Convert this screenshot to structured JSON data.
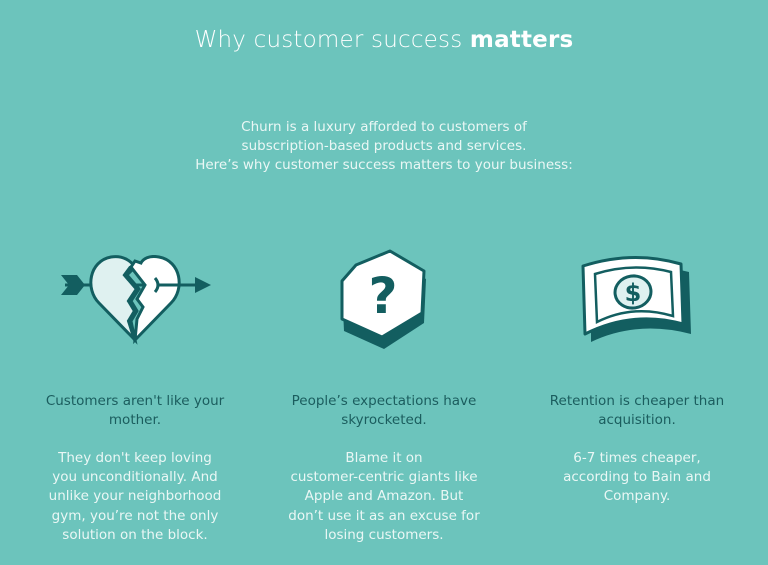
{
  "header": {
    "title_regular": "Why customer success ",
    "title_bold": "matters"
  },
  "intro": {
    "lines": [
      "Churn is a luxury afforded to customers of",
      "subscription-based products and services.",
      "Here’s why customer success matters to your business:"
    ]
  },
  "colors": {
    "background": "#6cc4bc",
    "accent_dark": "#135e60",
    "icon_light": "#dff1f0",
    "white": "#ffffff"
  },
  "columns": [
    {
      "icon": "broken-heart-arrow-icon",
      "heading_lines": [
        "Customers aren't like your",
        "mother."
      ],
      "body_lines": [
        "They don't keep loving",
        "you unconditionally. And",
        "unlike your neighborhood",
        "gym, you’re not the only",
        "solution on the block."
      ]
    },
    {
      "icon": "question-mark-hexagon-icon",
      "heading_lines": [
        "People’s expectations have",
        "skyrocketed."
      ],
      "body_lines": [
        "Blame it on",
        "customer-centric giants like",
        "Apple and Amazon. But",
        "don’t use it as an excuse for",
        "losing customers."
      ]
    },
    {
      "icon": "dollar-bill-icon",
      "heading_lines": [
        "Retention is cheaper than",
        "acquisition."
      ],
      "body_lines": [
        "6-7 times cheaper,",
        "according to Bain and",
        "Company."
      ]
    }
  ]
}
